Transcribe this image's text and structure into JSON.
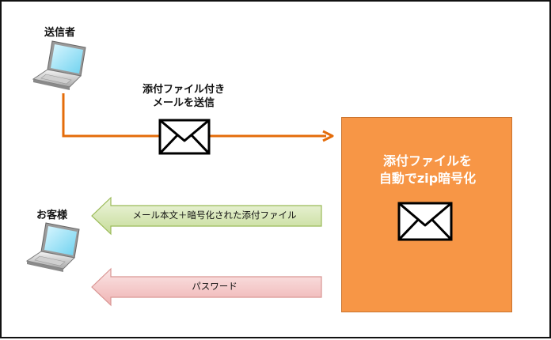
{
  "sender": {
    "label": "送信者"
  },
  "customer": {
    "label": "お客様"
  },
  "send_step": {
    "line1": "添付ファイル付き",
    "line2": "メールを送信"
  },
  "server_box": {
    "line1": "添付ファイルを",
    "line2": "自動でzip暗号化"
  },
  "arrows": {
    "email_body": "メール本文＋暗号化された添付ファイル",
    "password": "パスワード"
  },
  "colors": {
    "route": "#E46C0A",
    "box_fill": "#F79646",
    "green_arrow": "#D7E4BD",
    "red_arrow": "#F2C4C4"
  }
}
